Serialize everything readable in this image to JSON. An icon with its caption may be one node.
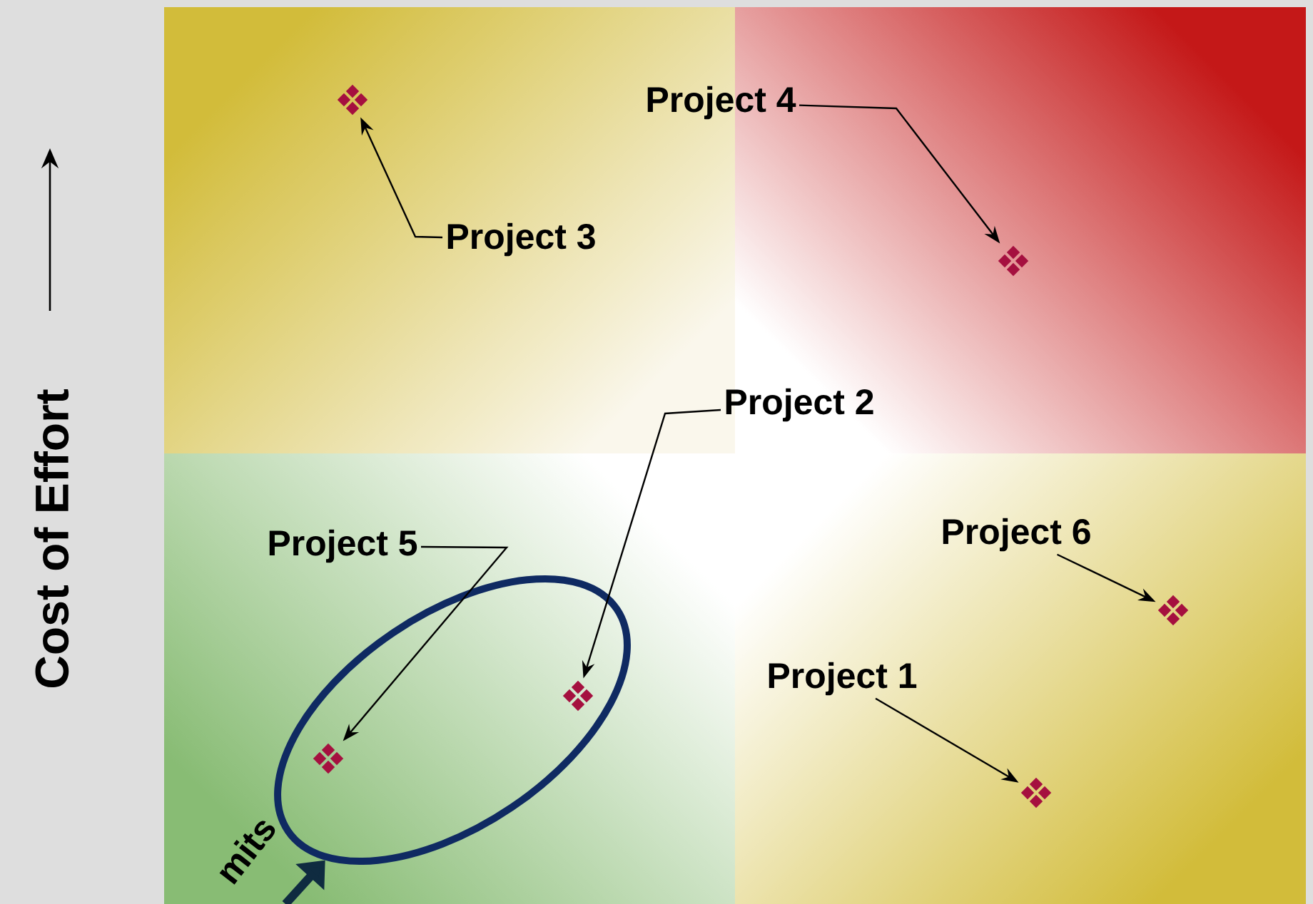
{
  "diagram": {
    "nodes": [
      {
        "text": [],
        "shape": "diamond"
      },
      {
        "text": [
          "Project 4"
        ]
      },
      {
        "text": [
          "Project 3"
        ]
      },
      {
        "text": [],
        "shape": "diamond"
      },
      {
        "text": [
          "Project 2"
        ]
      },
      {
        "text": [
          "Project 5"
        ]
      },
      {
        "text": [
          "Project 6"
        ]
      },
      {
        "text": [],
        "shape": "diamond"
      },
      {
        "text": [],
        "shape": "ellipse"
      },
      {
        "text": [],
        "shape": "diamond",
        "in": 8
      },
      {
        "text": [
          "Project 1"
        ]
      },
      {
        "text": [],
        "shape": "diamond",
        "in": 8
      },
      {
        "text": [],
        "shape": "diamond"
      }
    ],
    "edges": [
      {
        "from": 2,
        "to": 0,
        "arrow": "to"
      },
      {
        "from": 1,
        "to": 3,
        "arrow": "to"
      },
      {
        "from": 4,
        "to": 9,
        "arrow": "to"
      },
      {
        "from": 5,
        "to": 11,
        "arrow": "to"
      },
      {
        "from": 6,
        "to": 7,
        "arrow": "to"
      },
      {
        "from": 10,
        "to": 12,
        "arrow": "to"
      },
      {
        "from": null,
        "to": 8,
        "arrow": "to",
        "style": "thick",
        "color": "#0f2b40"
      }
    ],
    "labels": [
      "Cost of Effort",
      "mits"
    ]
  }
}
